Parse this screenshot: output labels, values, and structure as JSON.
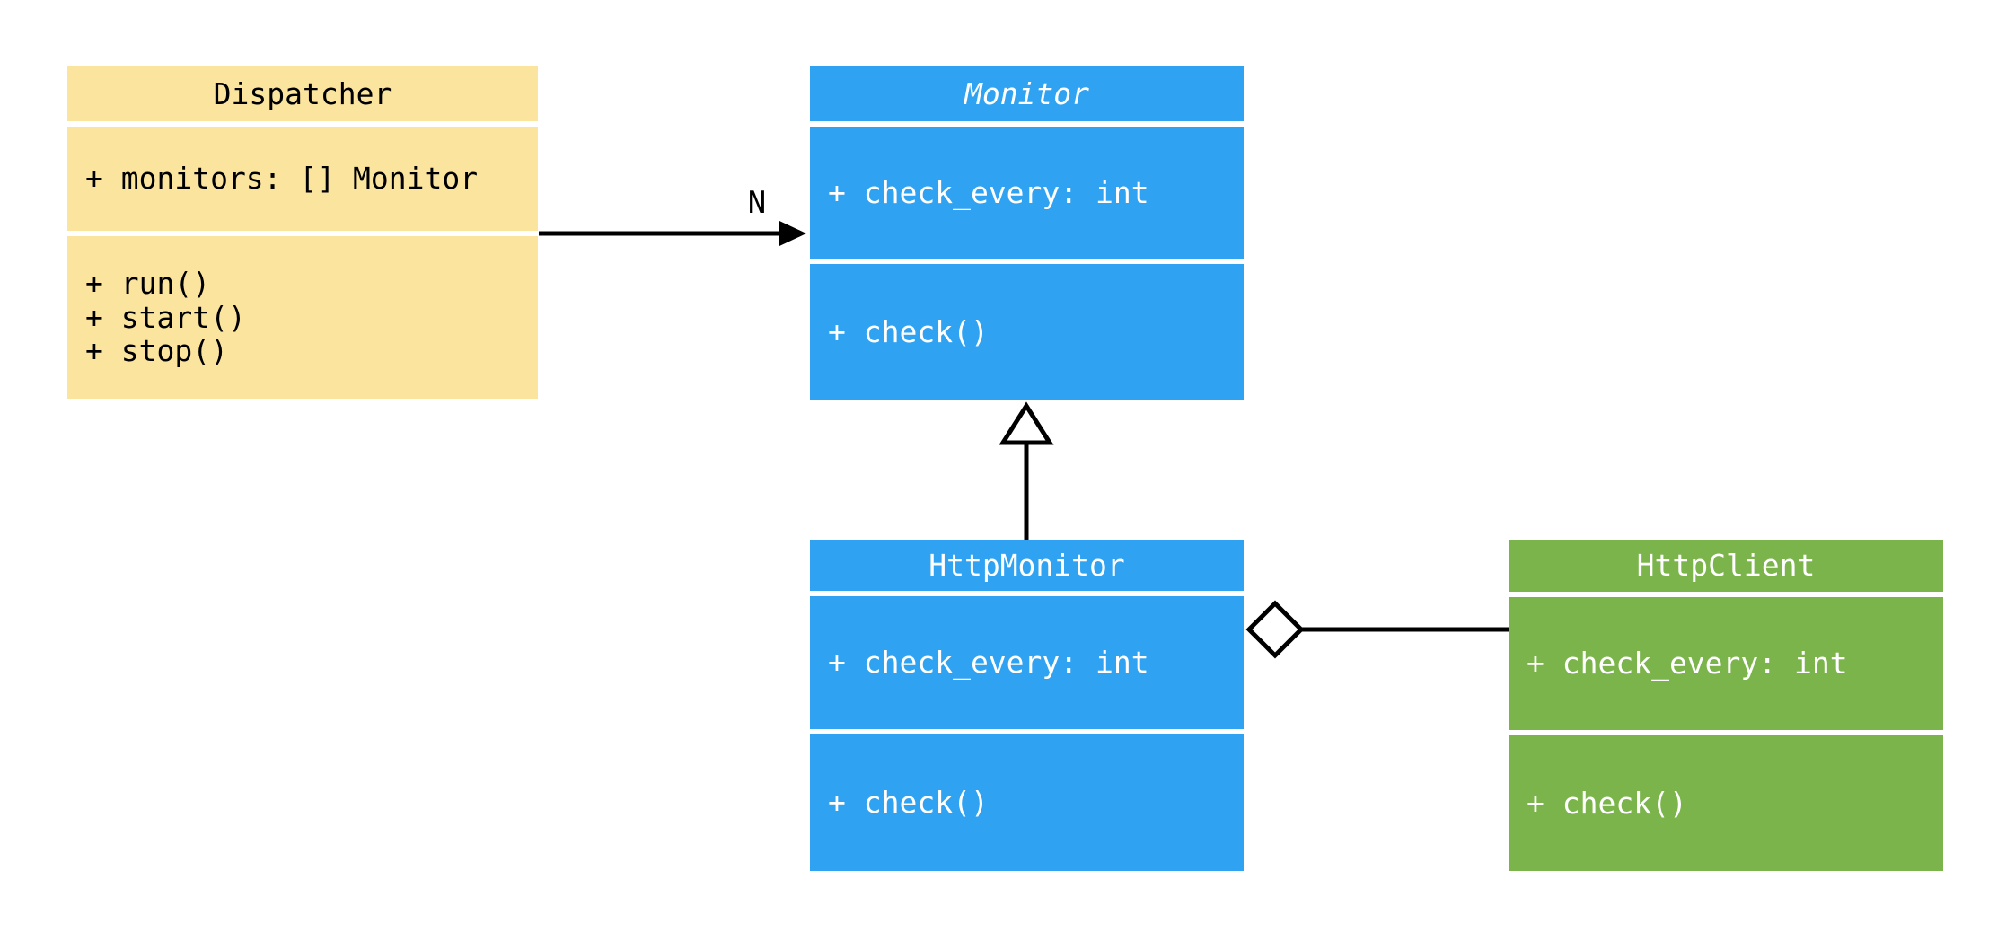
{
  "diagram_title": "",
  "colors": {
    "background": "#ffffff",
    "class_yellow": "#FAE49E",
    "class_blue": "#2FA3F2",
    "class_green": "#7BB44A",
    "edge_line": "#000000",
    "text_on_light": "#000000",
    "text_on_dark": "#ffffff",
    "section_divider": "#ffffff"
  },
  "classes": [
    {
      "name": "Dispatcher",
      "abstract": false,
      "fill": "#FAE49E",
      "attributes": [
        "+ monitors: [] Monitor"
      ],
      "methods": [
        "+ run()",
        "+ start()",
        "+ stop()"
      ]
    },
    {
      "name": "Monitor",
      "abstract": true,
      "fill": "#2FA3F2",
      "attributes": [
        "+ check_every: int"
      ],
      "methods": [
        "+ check()"
      ]
    },
    {
      "name": "HttpMonitor",
      "abstract": false,
      "fill": "#2FA3F2",
      "attributes": [
        "+ check_every: int"
      ],
      "methods": [
        "+ check()"
      ]
    },
    {
      "name": "HttpClient",
      "abstract": false,
      "fill": "#7BB44A",
      "attributes": [
        "+ check_every: int"
      ],
      "methods": [
        "+ check()"
      ]
    }
  ],
  "relations": [
    {
      "type": "association",
      "from": "Dispatcher",
      "to": "Monitor",
      "label": "N",
      "marker": "filled-arrowhead"
    },
    {
      "type": "inheritance",
      "from": "HttpMonitor",
      "to": "Monitor",
      "label": "",
      "marker": "hollow-triangle"
    },
    {
      "type": "aggregation",
      "from": "HttpClient",
      "to": "HttpMonitor",
      "label": "",
      "marker": "hollow-diamond"
    }
  ]
}
